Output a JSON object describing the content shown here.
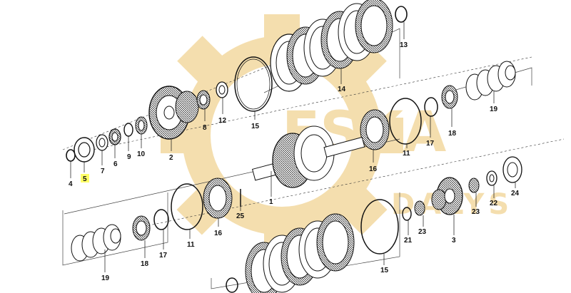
{
  "diagram": {
    "watermark": {
      "line1": "ESKA",
      "line2": "DALYS",
      "color": "#f3d9a0"
    },
    "highlight_color": "#ffff66",
    "highlighted_label": "5",
    "part_labels": {
      "p4": "4",
      "p5": "5",
      "p6": "6",
      "p7": "7",
      "p9": "9",
      "p10": "10",
      "p2": "2",
      "p8": "8",
      "p12": "12",
      "p15a": "15",
      "p14": "14",
      "p13": "13",
      "p16a": "16",
      "p11a": "11",
      "p17a": "17",
      "p18a": "18",
      "p19a": "19",
      "p1": "1",
      "p25": "25",
      "p16b": "16",
      "p11b": "11",
      "p17b": "17",
      "p18b": "18",
      "p19b": "19",
      "p15b": "15",
      "p21": "21",
      "p23a": "23",
      "p23b": "23",
      "p3": "3",
      "p22": "22",
      "p24": "24"
    }
  }
}
